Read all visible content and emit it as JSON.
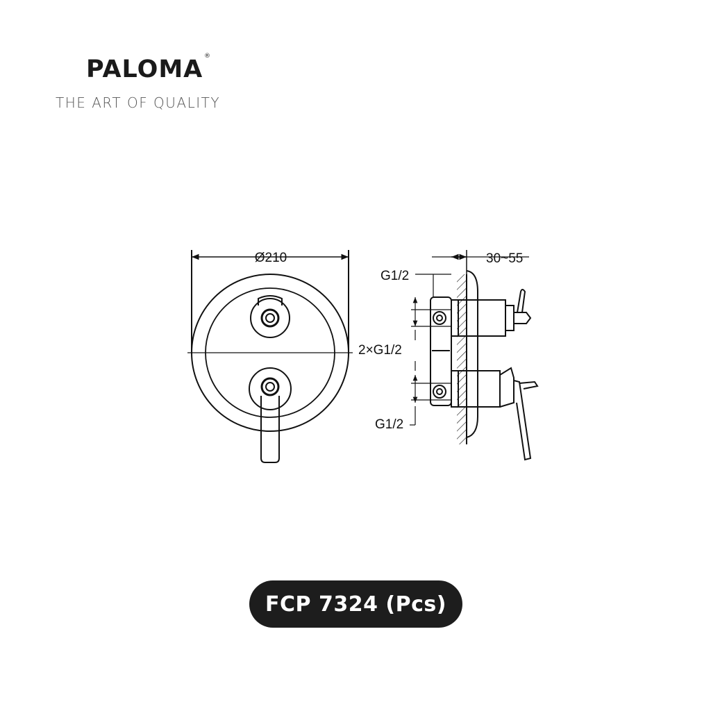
{
  "brand": {
    "logo_text": "PALOMA",
    "registered_mark": "®",
    "tagline": "THE ART OF QUALITY"
  },
  "drawing": {
    "front_diameter_label": "Ø210",
    "depth_label": "30~55",
    "inlet_top_label": "G1/2",
    "outlet_label": "2×G1/2",
    "inlet_bottom_label": "G1/2"
  },
  "product": {
    "model_label": "FCP 7324 (Pcs)"
  }
}
